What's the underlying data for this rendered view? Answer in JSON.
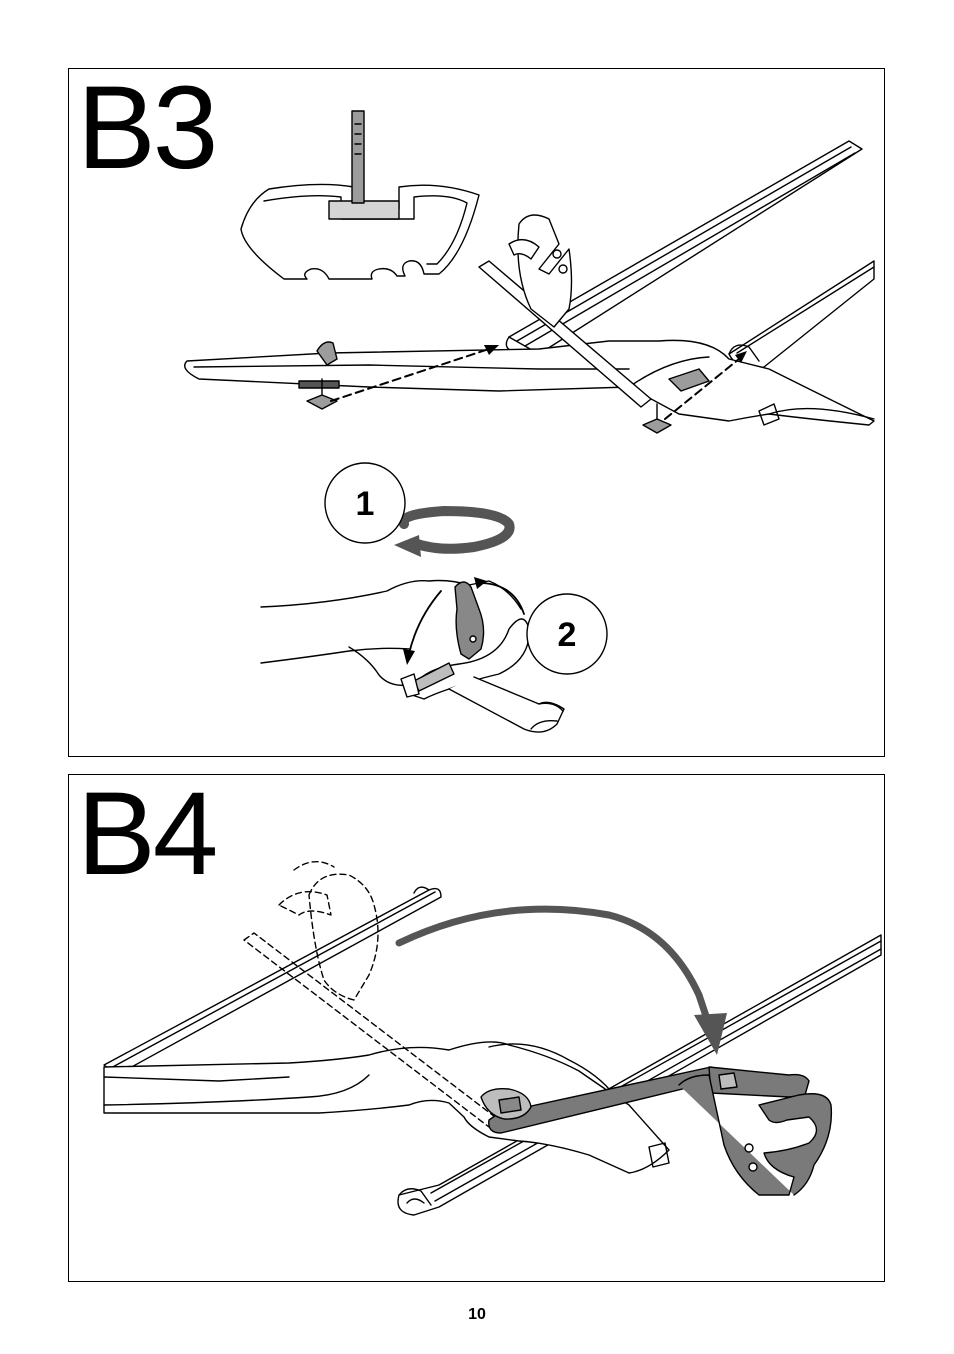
{
  "document": {
    "page_number": "10"
  },
  "panels": [
    {
      "step": "B3",
      "callouts": [
        "1",
        "2"
      ]
    },
    {
      "step": "B4"
    }
  ],
  "colors": {
    "line": "#000000",
    "tool_gray": "#7a7a7a",
    "arrow_gray": "#555555",
    "light_gray": "#bdbdbd",
    "background": "#ffffff"
  }
}
